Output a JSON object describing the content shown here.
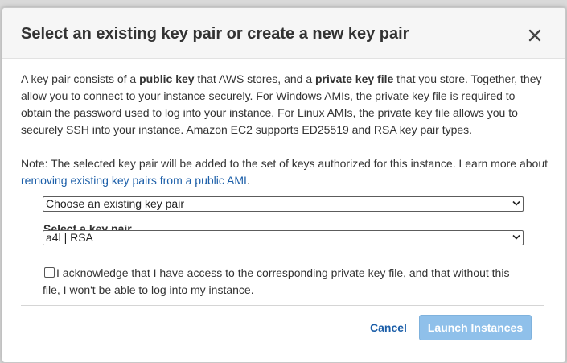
{
  "dialog": {
    "title": "Select an existing key pair or create a new key pair",
    "close_icon": "close-icon"
  },
  "intro": {
    "t1": "A key pair consists of a ",
    "b1": "public key",
    "t2": " that AWS stores, and a ",
    "b2": "private key file",
    "t3": " that you store. Together, they allow you to connect to your instance securely. For Windows AMIs, the private key file is required to obtain the password used to log into your instance. For Linux AMIs, the private key file allows you to securely SSH into your instance. Amazon EC2 supports ED25519 and RSA key pair types."
  },
  "note": {
    "text": "Note: The selected key pair will be added to the set of keys authorized for this instance. Learn more about ",
    "link": "removing existing key pairs from a public AMI",
    "end": "."
  },
  "key_pair_mode_select": {
    "value": "Choose an existing key pair"
  },
  "key_pair_select": {
    "label": "Select a key pair",
    "value": "a4l | RSA"
  },
  "acknowledge": {
    "checked": false,
    "text": "I acknowledge that I have access to the corresponding private key file, and that without this file, I won't be able to log into my instance."
  },
  "footer": {
    "cancel_label": "Cancel",
    "launch_label": "Launch Instances"
  },
  "colors": {
    "link": "#1b5ea8",
    "launch_disabled": "#8fc0ea",
    "header_bg": "#f6f6f6"
  }
}
